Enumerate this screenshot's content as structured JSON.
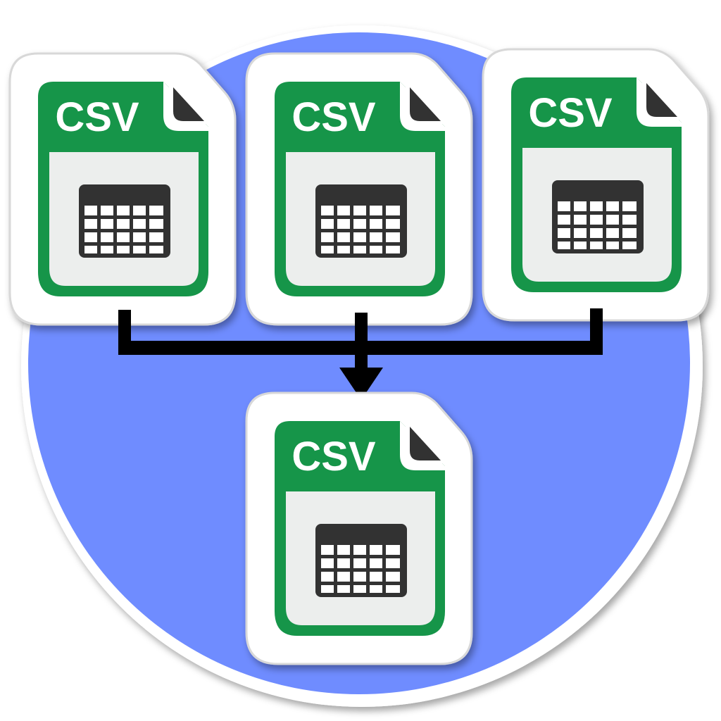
{
  "icon": {
    "files": [
      {
        "label": "CSV"
      },
      {
        "label": "CSV"
      },
      {
        "label": "CSV"
      }
    ],
    "merged_file": {
      "label": "CSV"
    }
  },
  "colors": {
    "background_circle": "#6f8cff",
    "file_green": "#13954a",
    "file_paper": "#eceeed",
    "sticker_white": "#ffffff",
    "sticker_border": "#d6d6d6",
    "table_dark": "#333333",
    "arrow": "#000000"
  }
}
